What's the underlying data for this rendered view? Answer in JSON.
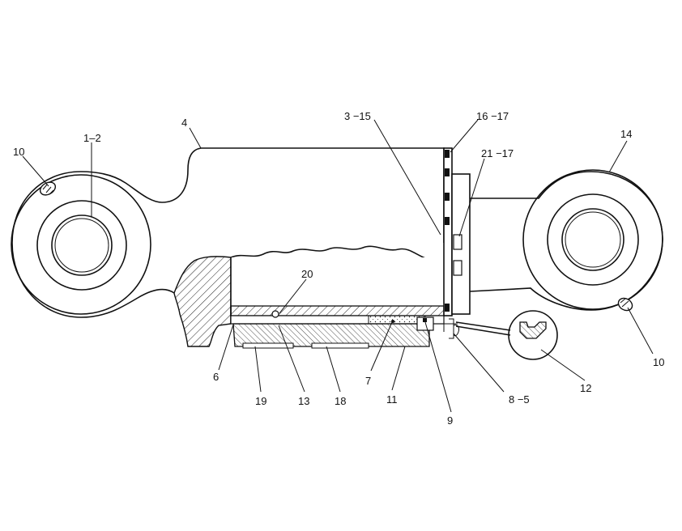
{
  "diagram": {
    "callouts": {
      "c10_left": "10",
      "c1_2": "1–2",
      "c4": "4",
      "c3_15": "3 −15",
      "c16_17": "16 −17",
      "c21_17": "21 −17",
      "c14": "14",
      "c20": "20",
      "c10_right": "10",
      "c6": "6",
      "c19": "19",
      "c13": "13",
      "c18": "18",
      "c7": "7",
      "c11": "11",
      "c9": "9",
      "c8_5": "8 −5",
      "c12": "12"
    }
  }
}
